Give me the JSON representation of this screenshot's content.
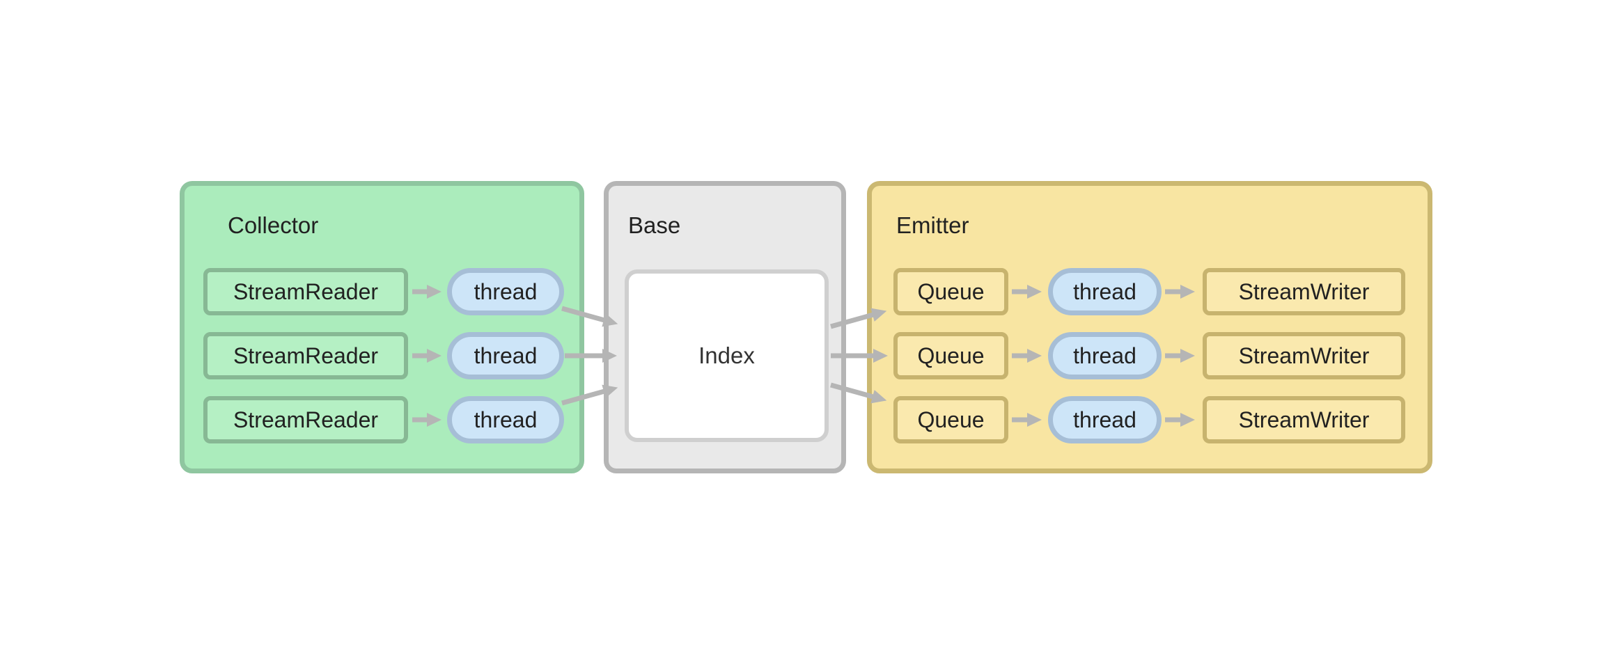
{
  "groups": {
    "collector": {
      "title": "Collector"
    },
    "base": {
      "title": "Base"
    },
    "emitter": {
      "title": "Emitter"
    }
  },
  "labels": {
    "stream_reader": "StreamReader",
    "thread": "thread",
    "index": "Index",
    "queue": "Queue",
    "stream_writer": "StreamWriter"
  },
  "structure": {
    "collector_rows": 3,
    "emitter_rows": 3,
    "flow": "StreamReader -> thread -> Index -> Queue -> thread -> StreamWriter"
  },
  "colors": {
    "collector_fill": "#abecbc",
    "collector_border": "#8fc6a0",
    "reader_fill": "#b5f0c4",
    "reader_border": "#87b894",
    "thread_fill": "#cde5f8",
    "thread_border": "#a6bed6",
    "base_fill": "#e9e9e9",
    "base_border": "#b5b5b5",
    "index_fill": "#ffffff",
    "index_border": "#cfcfcf",
    "emitter_fill": "#f8e5a2",
    "emitter_border": "#cbb871",
    "queue_fill": "#fae9ae",
    "queue_border": "#c7b36e",
    "arrow": "#b5b5b5",
    "text": "#212121"
  }
}
